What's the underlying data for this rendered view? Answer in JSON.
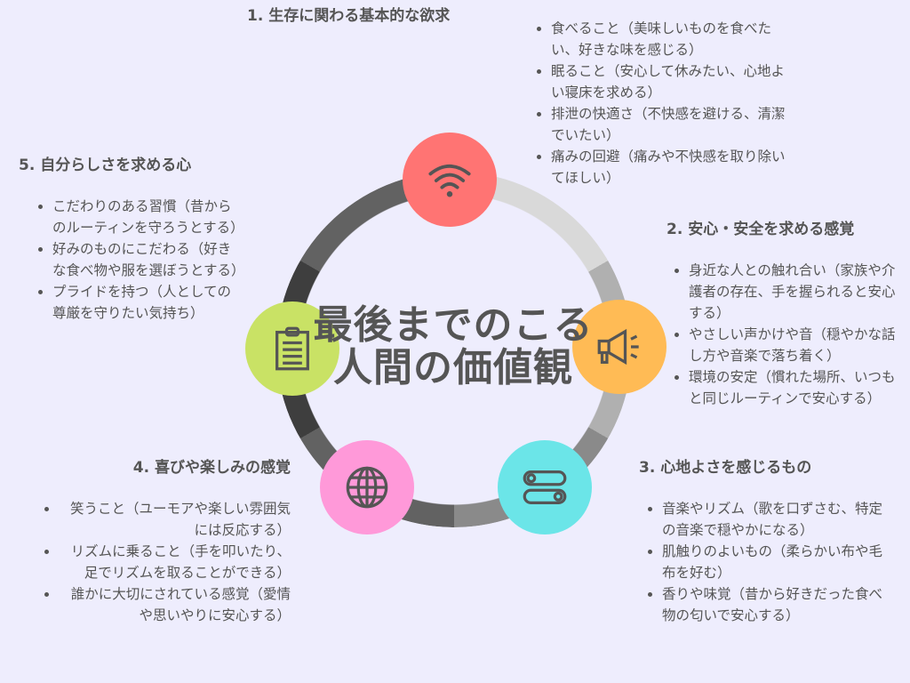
{
  "center_title": {
    "line1": "最後までのこる",
    "line2": "人間の価値観"
  },
  "colors": {
    "node1": "#ff7473",
    "node2": "#ffbb55",
    "node3": "#6be5e8",
    "node4": "#ff99d9",
    "node5": "#c9e265",
    "background": "#eeedfd"
  },
  "icons": {
    "node1": "wifi-icon",
    "node2": "megaphone-icon",
    "node3": "toggle-icon",
    "node4": "globe-icon",
    "node5": "clipboard-icon"
  },
  "sections": [
    {
      "title": "1. 生存に関わる基本的な欲求",
      "items": [
        "食べること（美味しいものを食べたい、好きな味を感じる）",
        "眠ること（安心して休みたい、心地よい寝床を求める）",
        "排泄の快適さ（不快感を避ける、清潔でいたい）",
        "痛みの回避（痛みや不快感を取り除いてほしい）"
      ]
    },
    {
      "title": "2. 安心・安全を求める感覚",
      "items": [
        "身近な人との触れ合い（家族や介護者の存在、手を握られると安心する）",
        "やさしい声かけや音（穏やかな話し方や音楽で落ち着く）",
        "環境の安定（慣れた場所、いつもと同じルーティンで安心する）"
      ]
    },
    {
      "title": "3. 心地よさを感じるもの",
      "items": [
        "音楽やリズム（歌を口ずさむ、特定の音楽で穏やかになる）",
        "肌触りのよいもの（柔らかい布や毛布を好む）",
        "香りや味覚（昔から好きだった食べ物の匂いで安心する）"
      ]
    },
    {
      "title": "4. 喜びや楽しみの感覚",
      "items": [
        "笑うこと（ユーモアや楽しい雰囲気には反応する）",
        "リズムに乗ること（手を叩いたり、足でリズムを取ることができる）",
        "誰かに大切にされている感覚（愛情や思いやりに安心する）"
      ]
    },
    {
      "title": "5. 自分らしさを求める心",
      "items": [
        "こだわりのある習慣（昔からのルーティンを守ろうとする）",
        "好みのものにこだわる（好きな食べ物や服を選ぼうとする）",
        "プライドを持つ（人としての尊厳を守りたい気持ち）"
      ]
    }
  ]
}
